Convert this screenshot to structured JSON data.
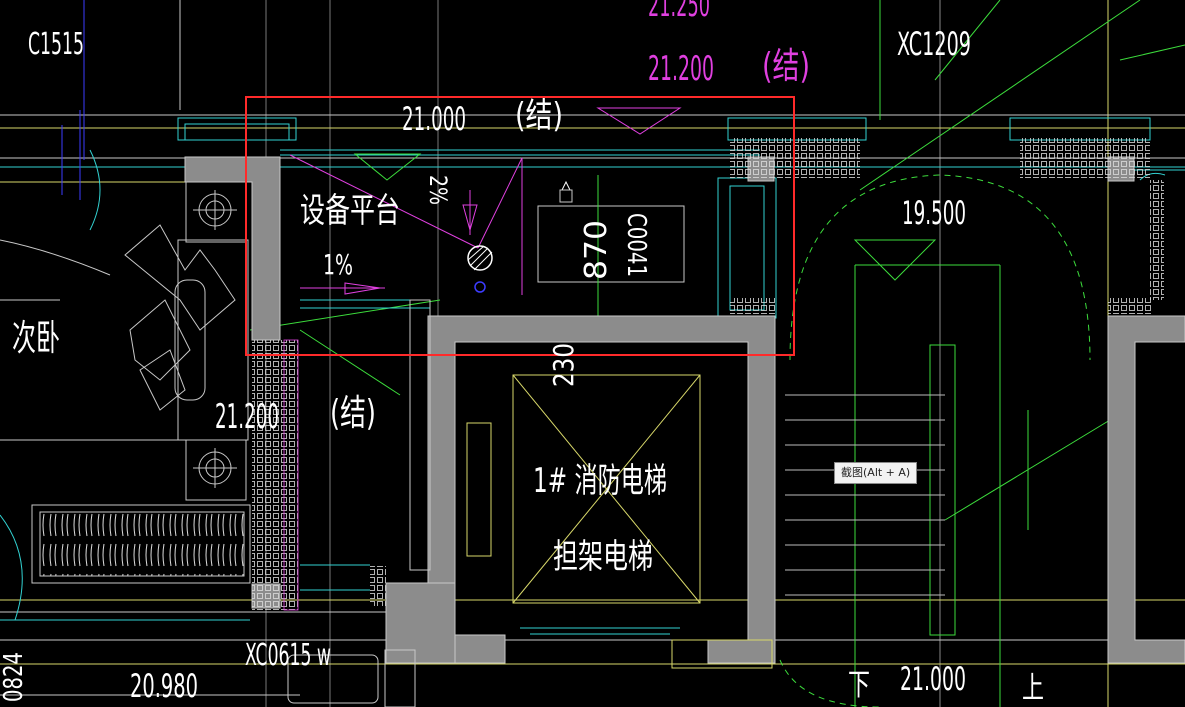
{
  "labels": {
    "c1515": "C1515",
    "xc1209": "XC1209",
    "lvl_21250": "21.250",
    "lvl_21200_top": "21.200",
    "jie_top": "(结)",
    "lvl_21000_top": "21.000",
    "jie_mid": "(结)",
    "platform": "设备平台",
    "slope_1": "1%",
    "slope_2": "2%",
    "dim_870": "870",
    "dim_c0041": "C0041",
    "lvl_19500": "19.500",
    "bedroom": "次卧",
    "lvl_21200_mid": "21.200",
    "jie_lower": "(结)",
    "dim_230": "230",
    "elevator_1": "1# 消防电梯",
    "elevator_2": "担架电梯",
    "xc0615": "XC0615 w",
    "lvl_20980": "20.980",
    "dim_0824": "0824",
    "down": "下",
    "lvl_21000_bottom": "21.000",
    "up": "上"
  },
  "tooltip": {
    "text": "截图(Alt + A)"
  },
  "colors": {
    "background": "#000000",
    "wall_fill": "#8c8c8c",
    "line_white": "#d8d8d8",
    "line_yellow": "#d8d86a",
    "line_green": "#3cdc3c",
    "line_cyan": "#32d2d2",
    "line_magenta": "#e040e0",
    "line_blue": "#3c3cff",
    "selection_red": "#ff2a2a"
  }
}
